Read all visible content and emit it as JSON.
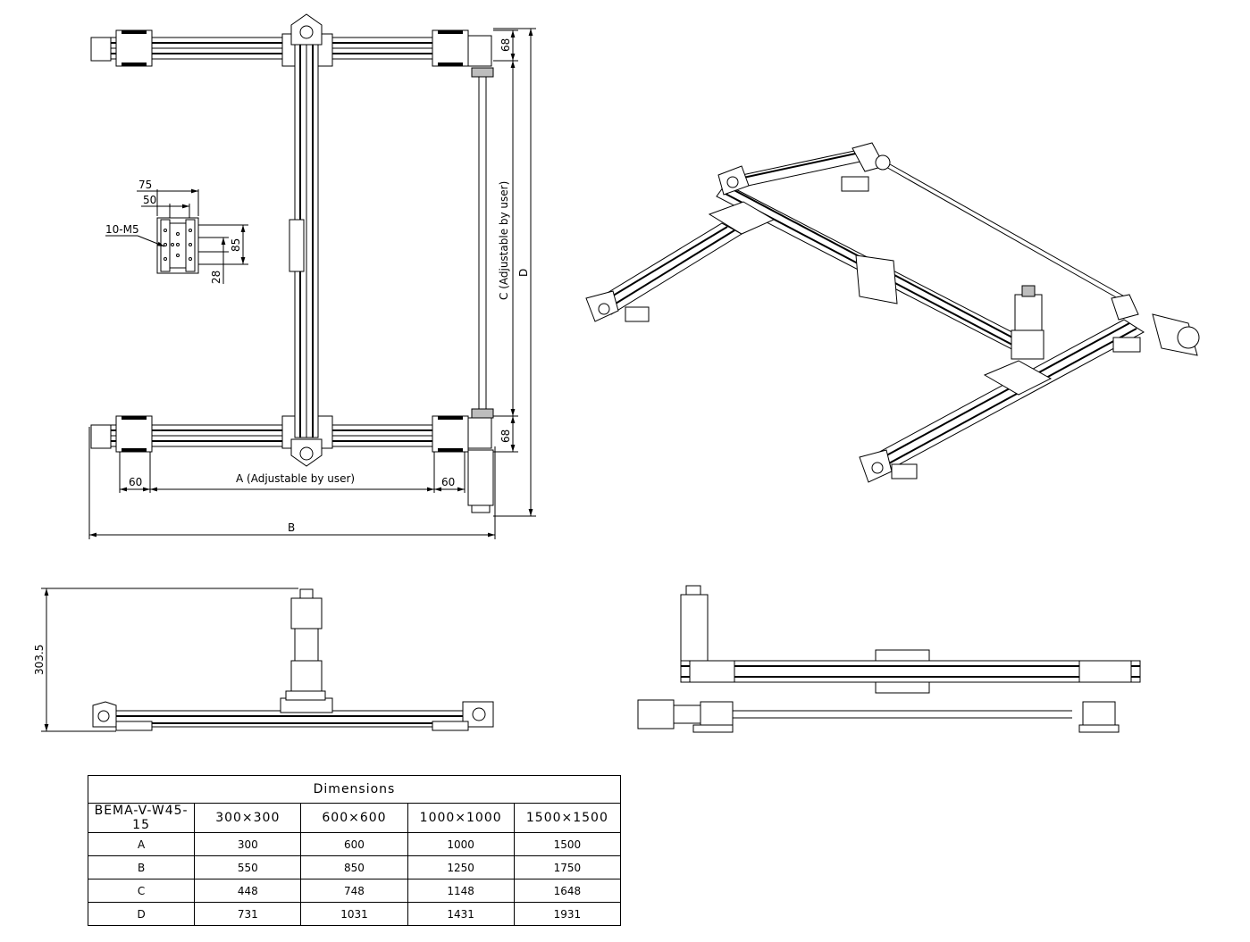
{
  "drawing": {
    "top_view": {
      "dim_a": "A (Adjustable by user)",
      "dim_b": "B",
      "dim_c": "C (Adjustable by user)",
      "dim_d": "D",
      "dim_left_60": "60",
      "dim_right_60": "60",
      "dim_top_68": "68",
      "dim_bottom_68": "68"
    },
    "detail": {
      "dim_75": "75",
      "dim_50": "50",
      "dim_85": "85",
      "dim_28": "28",
      "callout": "10-M5"
    },
    "front_view": {
      "height": "303.5"
    }
  },
  "table": {
    "title": "Dimensions",
    "model": "BEMA-V-W45-15",
    "columns": [
      "300×300",
      "600×600",
      "1000×1000",
      "1500×1500"
    ],
    "rows": [
      {
        "label": "A",
        "values": [
          "300",
          "600",
          "1000",
          "1500"
        ]
      },
      {
        "label": "B",
        "values": [
          "550",
          "850",
          "1250",
          "1750"
        ]
      },
      {
        "label": "C",
        "values": [
          "448",
          "748",
          "1148",
          "1648"
        ]
      },
      {
        "label": "D",
        "values": [
          "731",
          "1031",
          "1431",
          "1931"
        ]
      }
    ]
  }
}
